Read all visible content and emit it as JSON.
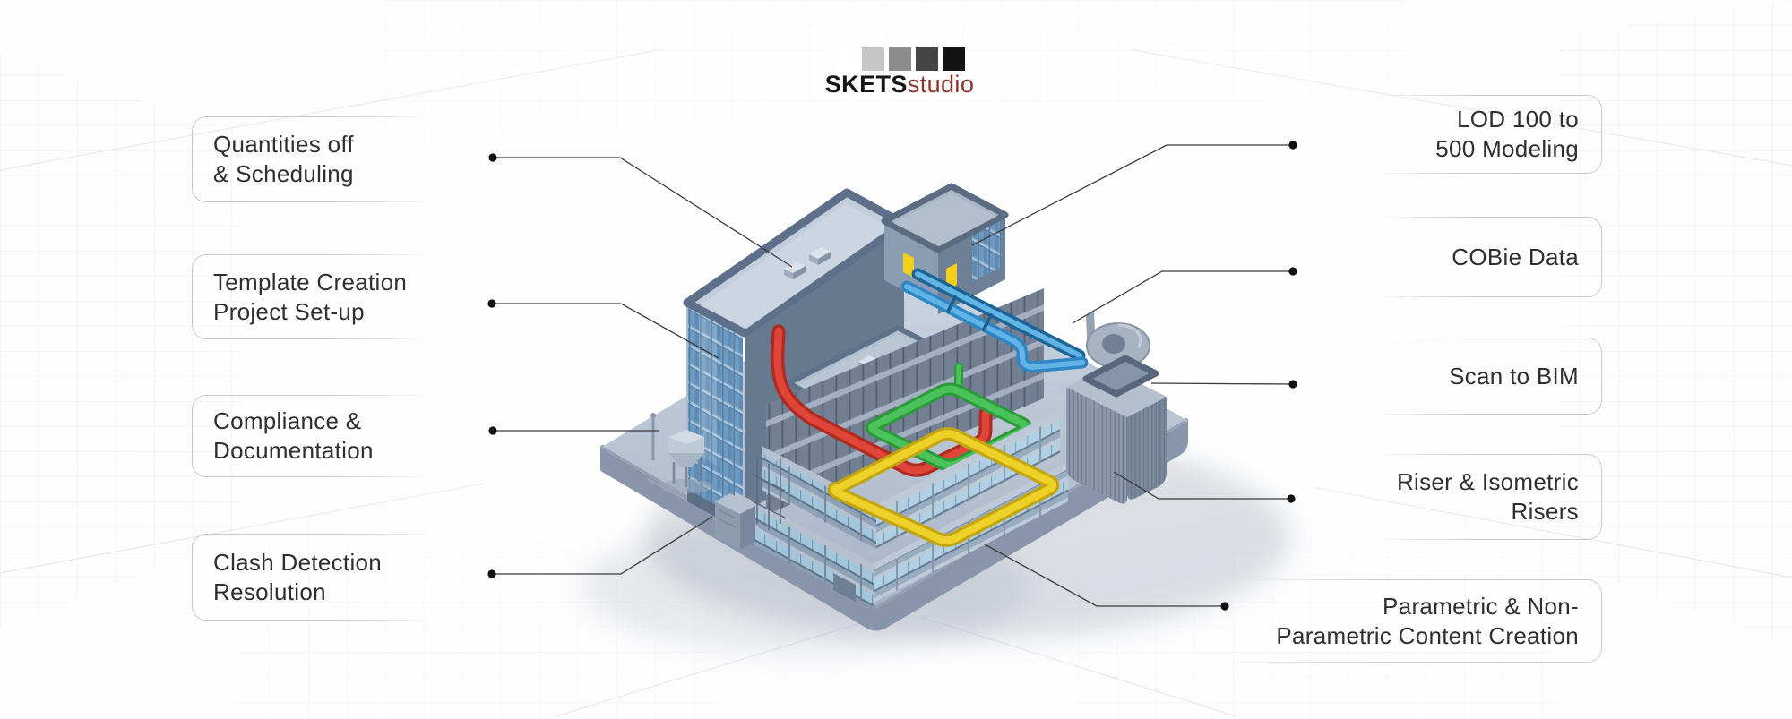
{
  "brand": {
    "name": "SKETS",
    "suffix": "studio",
    "squares": [
      "#ffffff",
      "#c6c6c6",
      "#8d8d8d",
      "#454545",
      "#121212"
    ]
  },
  "labels": {
    "left": [
      {
        "id": "quantities-scheduling",
        "lines": [
          "Quantities off",
          "& Scheduling"
        ]
      },
      {
        "id": "template-project-setup",
        "lines": [
          "Template Creation",
          "Project Set-up"
        ]
      },
      {
        "id": "compliance-documentation",
        "lines": [
          "Compliance &",
          "Documentation"
        ]
      },
      {
        "id": "clash-detection-resolution",
        "lines": [
          "Clash Detection",
          "Resolution"
        ]
      }
    ],
    "right": [
      {
        "id": "lod-modeling",
        "lines": [
          "LOD 100 to",
          "500 Modeling"
        ]
      },
      {
        "id": "cobie-data",
        "lines": [
          "COBie Data"
        ]
      },
      {
        "id": "scan-to-bim",
        "lines": [
          "Scan to BIM"
        ]
      },
      {
        "id": "riser-isometric",
        "lines": [
          "Riser & Isometric",
          "Risers"
        ]
      },
      {
        "id": "parametric-content",
        "lines": [
          "Parametric & Non-",
          "Parametric Content Creation"
        ]
      }
    ]
  },
  "illustration": {
    "type": "isometric-bim-building",
    "pipe_colors": {
      "red": "#dd4237",
      "green": "#46bd54",
      "yellow": "#eed22a",
      "blue": "#3f97d2"
    },
    "building_colors": {
      "platform": "#b6c1d1",
      "glass": "#6f9ac2",
      "roof": "#c3cedb",
      "dark_face": "#67798f"
    }
  },
  "connector_color": "#3a3a3a"
}
